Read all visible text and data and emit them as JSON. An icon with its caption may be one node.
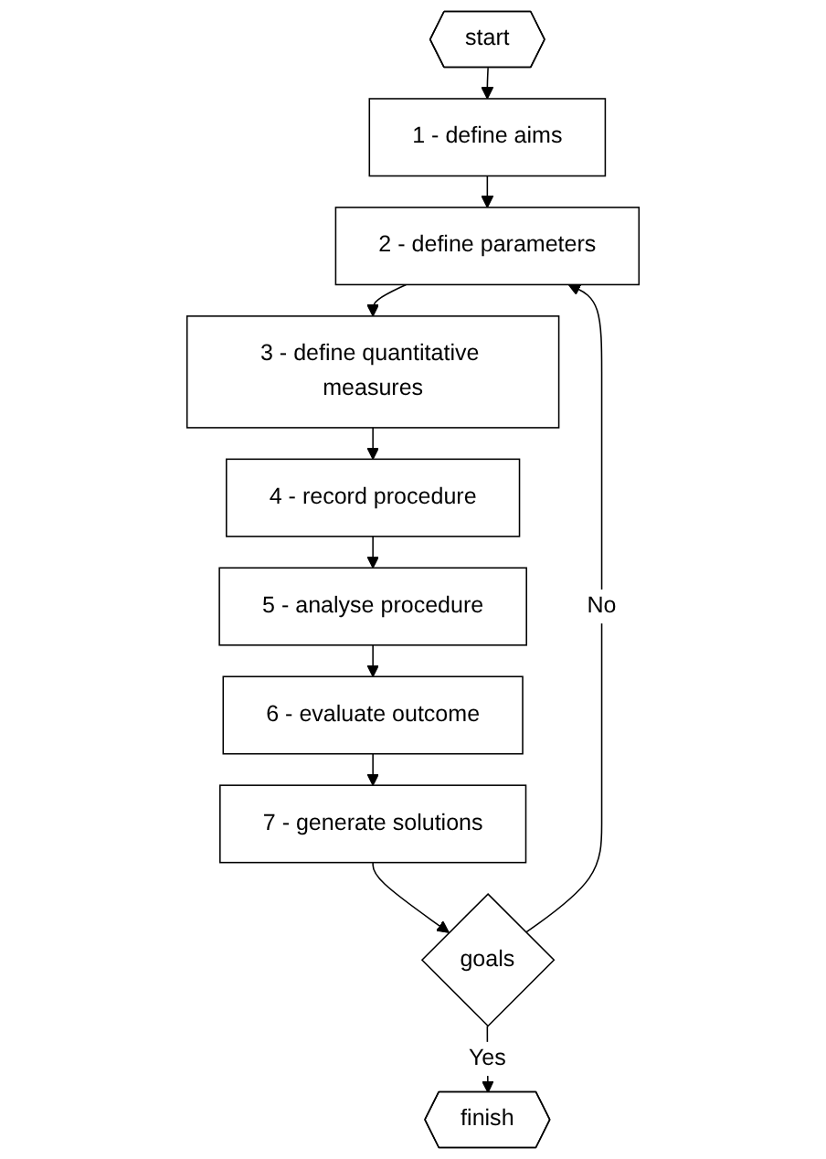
{
  "diagram": {
    "nodes": [
      {
        "text": [
          "start"
        ]
      },
      {
        "text": [
          "1 - define aims"
        ]
      },
      {
        "text": [
          "2 - define parameters"
        ]
      },
      {
        "text": [
          "3 - define quantitative measures"
        ]
      },
      {
        "text": [
          "4 - record procedure"
        ]
      },
      {
        "text": [
          "5 - analyse procedure"
        ]
      },
      {
        "text": [
          "6 - evaluate outcome"
        ]
      },
      {
        "text": [
          "7 - generate solutions"
        ]
      },
      {
        "text": [
          "goals"
        ]
      },
      {
        "text": [
          "finish"
        ]
      }
    ],
    "edges": [
      {
        "from": 0,
        "to": 1,
        "arrow": "to"
      },
      {
        "from": 1,
        "to": 2,
        "arrow": "to"
      },
      {
        "from": 2,
        "to": 3,
        "arrow": "to"
      },
      {
        "from": 3,
        "to": 4,
        "arrow": "to"
      },
      {
        "from": 4,
        "to": 5,
        "arrow": "to"
      },
      {
        "from": 5,
        "to": 6,
        "arrow": "to"
      },
      {
        "from": 6,
        "to": 7,
        "arrow": "to"
      },
      {
        "from": 7,
        "to": 8,
        "arrow": "to"
      },
      {
        "from": 8,
        "to": 9,
        "label": "Yes",
        "arrow": "to"
      },
      {
        "from": 8,
        "to": 2,
        "label": "No",
        "arrow": "to"
      }
    ]
  }
}
